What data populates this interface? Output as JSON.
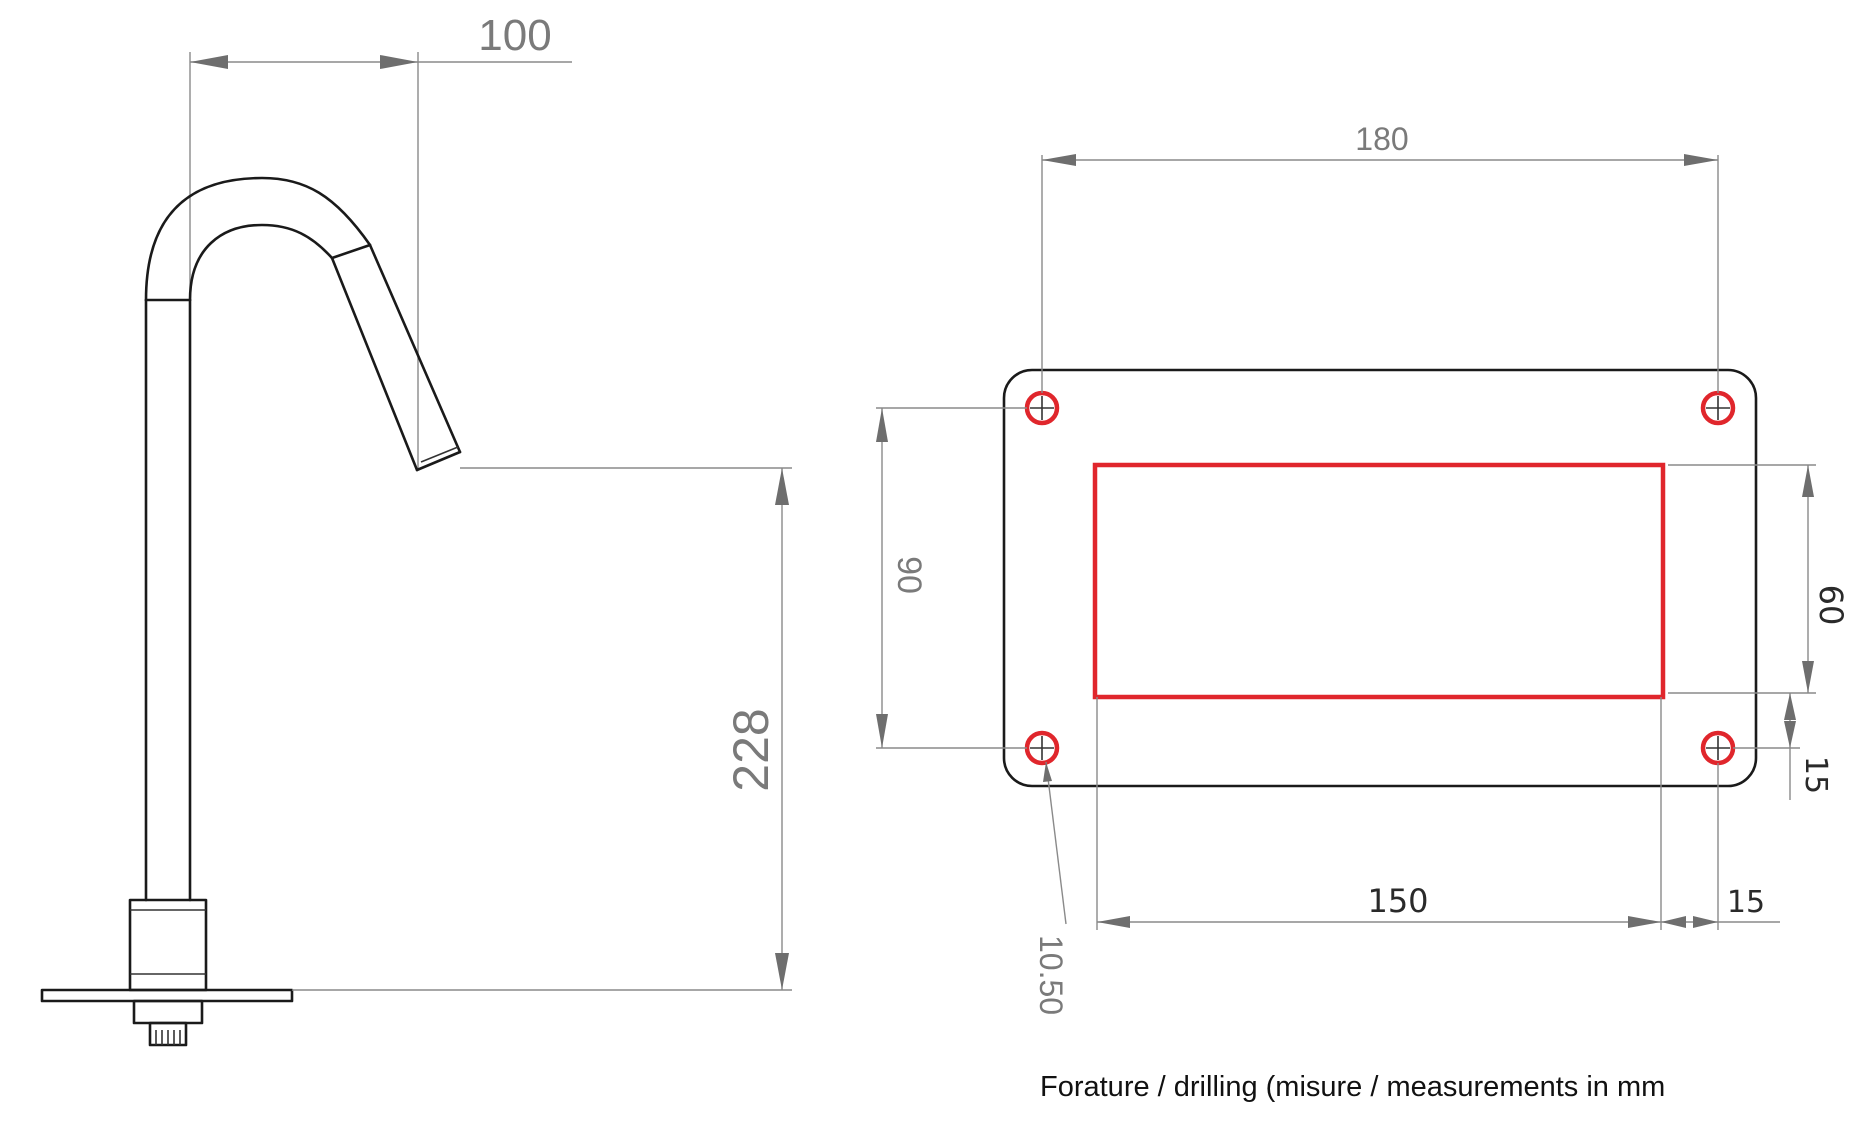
{
  "faucet_dimensions": {
    "reach": "100",
    "height": "228"
  },
  "drilling_dimensions": {
    "hole_spacing_horizontal": "180",
    "hole_spacing_vertical": "90",
    "cutout_height": "60",
    "cutout_width": "150",
    "right_margin": "15",
    "bottom_margin": "15",
    "hole_diameter": "10.50"
  },
  "caption": "Forature / drilling (misure / measurements in mm",
  "colors": {
    "outline": "#1a1a1a",
    "dimension": "#8a8a8a",
    "highlight": "#e0262c"
  }
}
